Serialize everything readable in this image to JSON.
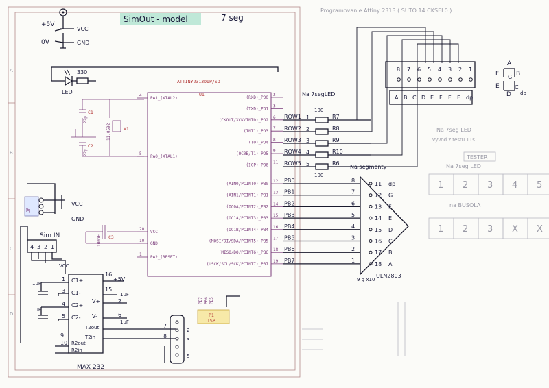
{
  "title": {
    "main": "SimOut - model",
    "subtitle": "7 seg"
  },
  "top_note": "Programovanie Attiny 2313 ( SUTO 14 CKSEL0 )",
  "power": {
    "plus5v": "+5V",
    "ov": "0V",
    "vcc": "VCC",
    "gnd": "GND"
  },
  "led": {
    "label": "LED",
    "resistor": "330"
  },
  "mcu": {
    "name": "ATTINY2313DIP/SO",
    "ref": "U1",
    "left_pins": [
      {
        "name": "PA1_(XTAL2)",
        "num": "4"
      },
      {
        "name": "PA0_(XTAL1)",
        "num": "5"
      },
      {
        "name": "VCC",
        "num": "20"
      },
      {
        "name": "GND",
        "num": "10"
      },
      {
        "name": "PA2_(RESET)",
        "num": "1"
      }
    ],
    "right_pins": [
      {
        "name": "(RXD)_PD0",
        "num": "2"
      },
      {
        "name": "(TXD)_PD1",
        "num": "3"
      },
      {
        "name": "(CKOUT/XCK/INT0)_PD2",
        "num": "6"
      },
      {
        "name": "(INT1)_PD3",
        "num": "7"
      },
      {
        "name": "(T0)_PD4",
        "num": "8"
      },
      {
        "name": "(OC0B/T1)_PD5",
        "num": "9"
      },
      {
        "name": "(ICP)_PD6",
        "num": "11"
      },
      {
        "name": "(AIN0/PCINT0)_PB0",
        "num": "12"
      },
      {
        "name": "(AIN1/PCINT1)_PB1",
        "num": "13"
      },
      {
        "name": "(OC0A/PCINT2)_PB2",
        "num": "14"
      },
      {
        "name": "(OC1A/PCINT3)_PB3",
        "num": "15"
      },
      {
        "name": "(OC1B/PCINT4)_PB4",
        "num": "16"
      },
      {
        "name": "(MOSI/DI/SDA/PCINT5)_PB5",
        "num": "17"
      },
      {
        "name": "(MISO/DO/PCINT6)_PB6",
        "num": "18"
      },
      {
        "name": "(USCK/SCL/SCK/PCINT7)_PB7",
        "num": "19"
      }
    ]
  },
  "crystal": {
    "ref": "X1",
    "value": "11.0592",
    "c1": "C1",
    "c2": "C2",
    "cap": "22p"
  },
  "decoupling": {
    "ref": "C3",
    "value": "100nF"
  },
  "rows": {
    "note": "Na 7segLED",
    "top_value": "100",
    "bottom_value": "100",
    "items": [
      {
        "net": "ROW1",
        "res": "R7",
        "seg": "1"
      },
      {
        "net": "ROW2",
        "res": "R8",
        "seg": "2"
      },
      {
        "net": "ROW3",
        "res": "R9",
        "seg": "3"
      },
      {
        "net": "ROW4",
        "res": "R10",
        "seg": "4"
      },
      {
        "net": "ROW5",
        "res": "R6",
        "seg": "5"
      }
    ]
  },
  "segments_note": "Na segmenty",
  "uln": {
    "name": "ULN2803",
    "pins_bottom": "9 g x10",
    "items": [
      {
        "net": "PB0",
        "in": "8",
        "out": "11",
        "seg": "dp"
      },
      {
        "net": "PB1",
        "in": "7",
        "out": "12",
        "seg": "G"
      },
      {
        "net": "PB2",
        "in": "6",
        "out": "13",
        "seg": "F"
      },
      {
        "net": "PB3",
        "in": "5",
        "out": "14",
        "seg": "E"
      },
      {
        "net": "PB4",
        "in": "4",
        "out": "15",
        "seg": "D"
      },
      {
        "net": "PB5",
        "in": "3",
        "out": "16",
        "seg": "C"
      },
      {
        "net": "PB6",
        "in": "2",
        "out": "17",
        "seg": "B"
      },
      {
        "net": "PB7",
        "in": "1",
        "out": "18",
        "seg": "A"
      }
    ]
  },
  "connector": {
    "top_pins": [
      "8",
      "7",
      "6",
      "5",
      "4",
      "3",
      "2",
      "1"
    ],
    "bottom_labels": [
      "A",
      "B",
      "C",
      "D",
      "E",
      "F",
      "F",
      "E",
      "dp"
    ]
  },
  "seg_legend": {
    "f": "F",
    "a": "A",
    "b": "B",
    "g": "G",
    "e": "E",
    "c": "C",
    "d": "D",
    "dp": "dp"
  },
  "notes": {
    "faint1": "Na 7seg LED",
    "faint2": "vyvod z testu 11s",
    "tester": "TESTER",
    "tester_caption": "Na 7seg LED",
    "boxes1": [
      "1",
      "2",
      "3",
      "4",
      "5"
    ],
    "bussola": "na BUSOLA",
    "boxes2": [
      "1",
      "2",
      "3",
      "X",
      "X"
    ]
  },
  "sim_in": {
    "label": "Sim IN",
    "pins": [
      "4",
      "3",
      "2",
      "1"
    ],
    "vcc": "VCC"
  },
  "header": {
    "ref": "JP",
    "vcc": "VCC",
    "gnd": "GND"
  },
  "max232": {
    "name": "MAX 232",
    "pins": {
      "c1p": "C1+",
      "c1m": "C1-",
      "c2p": "C2+",
      "c2m": "C2-",
      "vp": "V+",
      "vm": "V-",
      "t2out": "T2out",
      "t2in": "T2in",
      "r2out": "R2out",
      "r2in": "R2in"
    },
    "nums": {
      "p1": "1",
      "p3": "3",
      "p4": "4",
      "p5": "5",
      "p16": "16",
      "p15": "15",
      "p2": "2",
      "p6": "6",
      "p7": "7",
      "p8": "8",
      "p9": "9",
      "p10": "10"
    },
    "caps": "1uF",
    "plus5v": "+5V"
  },
  "isp": {
    "ref": "P1",
    "label": "ISP",
    "pins": [
      "PB7",
      "PB6",
      "PB5"
    ]
  },
  "db9": {
    "pins": [
      "2",
      "3",
      "5"
    ]
  },
  "frame_letters": {
    "left": [
      "A",
      "B",
      "C",
      "D"
    ]
  }
}
